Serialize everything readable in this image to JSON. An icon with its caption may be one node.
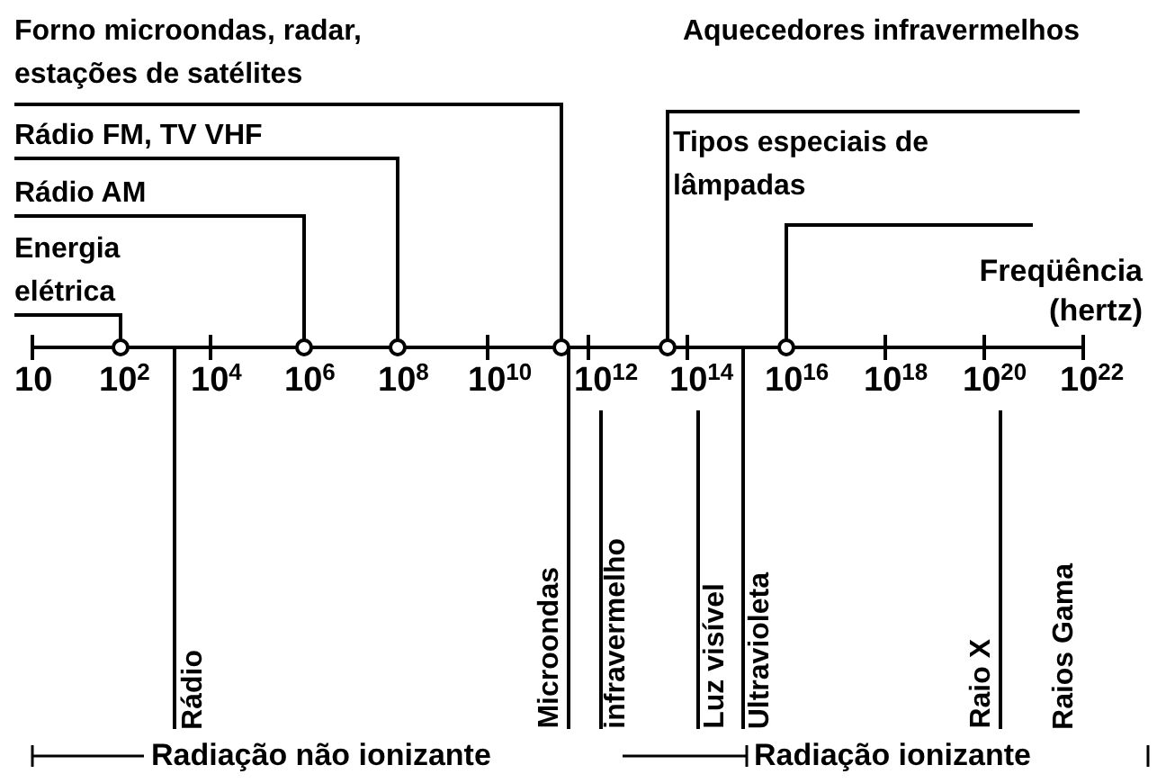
{
  "diagram": {
    "nodes": [
      {
        "text": [
          "Forno microondas, radar, estações de satélites"
        ]
      },
      {
        "text": [
          "Aquecedores infravermelhos"
        ]
      },
      {
        "text": [
          "Rádio FM, TV VHF"
        ]
      },
      {
        "text": [
          "Tipos especiais de lâmpadas"
        ]
      },
      {
        "text": [
          "Rádio AM"
        ]
      },
      {
        "text": [
          "Energia elétrica"
        ]
      },
      {
        "text": [],
        "shape": "circle"
      },
      {
        "text": [],
        "shape": "circle"
      },
      {
        "text": [],
        "shape": "circle"
      },
      {
        "text": [],
        "shape": "circle"
      },
      {
        "text": [],
        "shape": "circle"
      },
      {
        "text": [],
        "shape": "circle"
      }
    ],
    "edges": [
      {
        "from": 5,
        "to": 6,
        "arrow": "none"
      },
      {
        "from": 4,
        "to": 7,
        "arrow": "none"
      },
      {
        "from": 2,
        "to": 8,
        "arrow": "none"
      },
      {
        "from": 0,
        "to": 9,
        "arrow": "none"
      },
      {
        "from": 1,
        "to": 10,
        "arrow": "none"
      },
      {
        "from": 3,
        "to": 11,
        "arrow": "none"
      }
    ],
    "labels": [
      "Freqüência (hertz)",
      "10",
      "10$^{2}$",
      "10$^{4}$",
      "10$^{6}$",
      "10$^{8}$",
      "10$^{10}$",
      "10$^{12}$",
      "10$^{14}$",
      "10$^{16}$",
      "10$^{18}$",
      "10$^{20}$",
      "10$^{22}$",
      "Rádio",
      "Microondas",
      "infravermelho",
      "Luz visível",
      "Ultravioleta",
      "Raio X",
      "Raios Gama",
      "Radiação não ionizante",
      "Radiação ionizante"
    ]
  }
}
